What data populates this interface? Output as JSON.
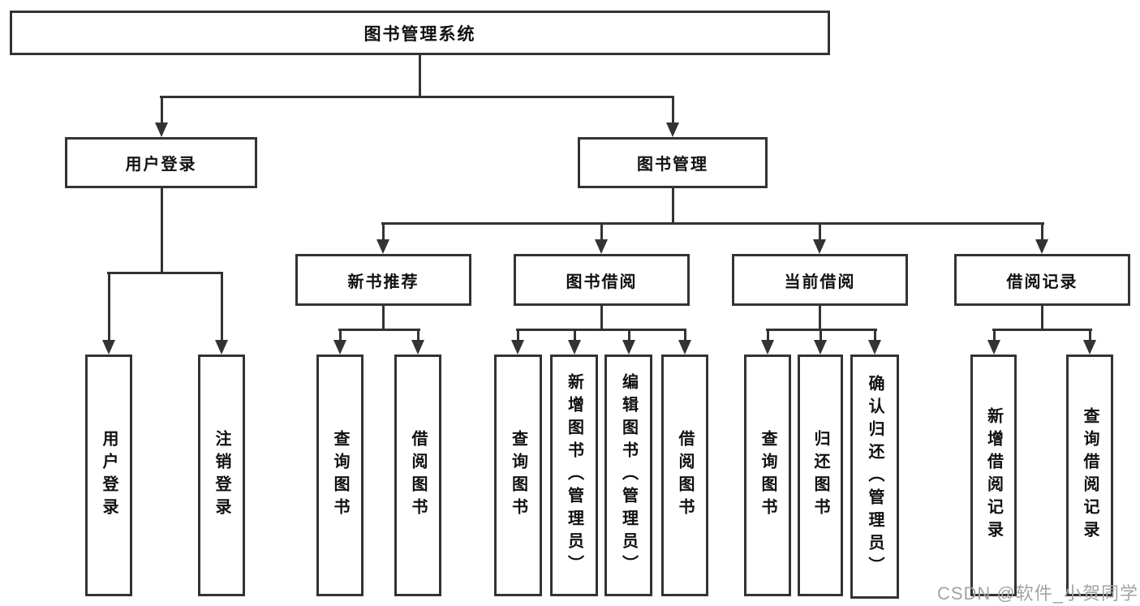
{
  "colors": {
    "line": "#333333",
    "box_border": "#333333",
    "box_fill": "#ffffff",
    "text": "#111111",
    "background": "#ffffff",
    "watermark": "#a3a3a3"
  },
  "diagram": {
    "type": "tree",
    "root": {
      "label": "图书管理系统"
    },
    "level2": [
      {
        "label": "用户登录"
      },
      {
        "label": "图书管理"
      }
    ],
    "level3": [
      {
        "label": "新书推荐",
        "parent": "图书管理"
      },
      {
        "label": "图书借阅",
        "parent": "图书管理"
      },
      {
        "label": "当前借阅",
        "parent": "图书管理"
      },
      {
        "label": "借阅记录",
        "parent": "图书管理"
      }
    ],
    "leaves": [
      {
        "label": "用户登录",
        "parent": "用户登录"
      },
      {
        "label": "注销登录",
        "parent": "用户登录"
      },
      {
        "label": "查询图书",
        "parent": "新书推荐"
      },
      {
        "label": "借阅图书",
        "parent": "新书推荐"
      },
      {
        "label": "查询图书",
        "parent": "图书借阅"
      },
      {
        "label": "新增图书（管理员）",
        "parent": "图书借阅"
      },
      {
        "label": "编辑图书（管理员）",
        "parent": "图书借阅"
      },
      {
        "label": "借阅图书",
        "parent": "图书借阅"
      },
      {
        "label": "查询图书",
        "parent": "当前借阅"
      },
      {
        "label": "归还图书",
        "parent": "当前借阅"
      },
      {
        "label": "确认归还（管理员）",
        "parent": "当前借阅"
      },
      {
        "label": "新增借阅记录",
        "parent": "借阅记录"
      },
      {
        "label": "查询借阅记录",
        "parent": "借阅记录"
      }
    ]
  },
  "watermark": {
    "text": "CSDN @软件_小贺同学"
  }
}
